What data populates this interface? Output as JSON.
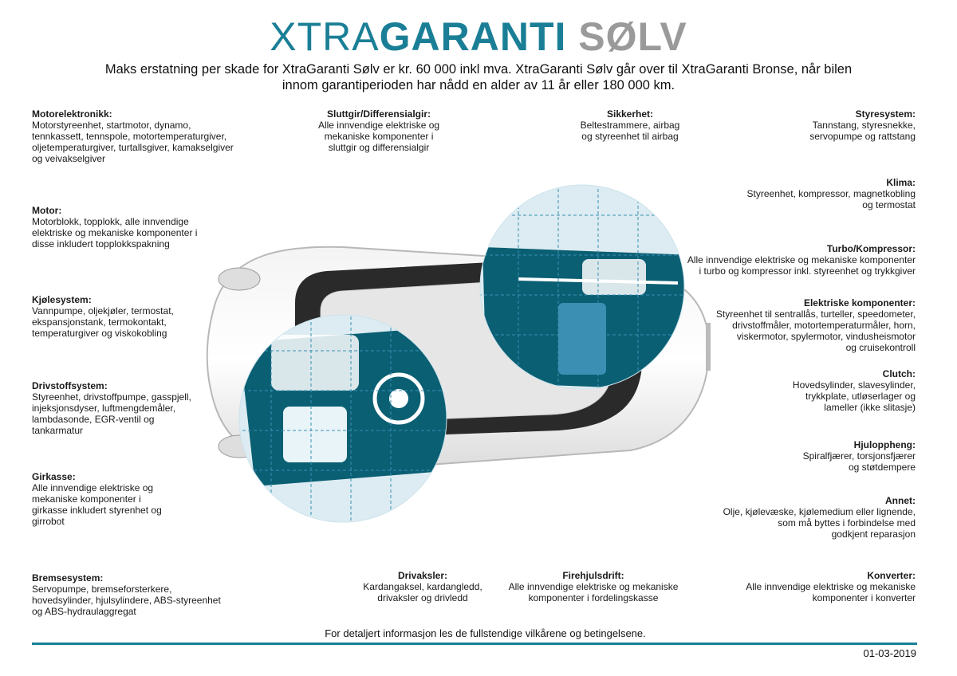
{
  "title": {
    "part1": "XTRA",
    "part2": "GARANTI",
    "part3": " SØLV"
  },
  "subtitle": [
    "Maks erstatning per skade for XtraGaranti Sølv er kr. 60 000 inkl mva. XtraGaranti Sølv går over til XtraGaranti Bronse, når bilen",
    "innom garantiperioden har nådd en alder av 11 år eller 180 000 km."
  ],
  "colors": {
    "brand_teal": "#1a7f96",
    "brand_grey": "#9a9a9a",
    "dark_teal": "#0a5f73"
  },
  "sections": [
    {
      "id": "motorelektronikk",
      "heading": "Motorelektronikk:",
      "lines": [
        "Motorstyreenhet, startmotor, dynamo,",
        "tennkassett, tennspole, motortemperaturgiver,",
        "oljetemperaturgiver, turtallsgiver, kamakselgiver",
        "og veivakselgiver"
      ]
    },
    {
      "id": "motor",
      "heading": "Motor:",
      "lines": [
        "Motorblokk, topplokk, alle innvendige",
        "elektriske og mekaniske komponenter i",
        "disse inkludert topplokkspakning"
      ]
    },
    {
      "id": "kjolesystem",
      "heading": "Kjølesystem:",
      "lines": [
        "Vannpumpe, oljekjøler, termostat,",
        "ekspansjonstank, termokontakt,",
        "temperaturgiver og viskokobling"
      ]
    },
    {
      "id": "drivstoffsystem",
      "heading": "Drivstoffsystem:",
      "lines": [
        "Styreenhet, drivstoffpumpe, gasspjell,",
        "injeksjonsdyser, luftmengdemåler,",
        "lambdasonde, EGR-ventil og",
        "tankarmatur"
      ]
    },
    {
      "id": "girkasse",
      "heading": "Girkasse:",
      "lines": [
        "Alle innvendige elektriske og",
        "mekaniske komponenter i",
        "girkasse inkludert styrenhet og",
        "girrobot"
      ]
    },
    {
      "id": "bremsesystem",
      "heading": "Bremsesystem:",
      "lines": [
        "Servopumpe, bremseforsterkere,",
        "hovedsylinder, hjulsylindere, ABS-styreenhet",
        "og ABS-hydraulaggregat"
      ]
    },
    {
      "id": "sluttgir",
      "heading": "Sluttgir/Differensialgir:",
      "lines": [
        "Alle innvendige elektriske og",
        "mekaniske komponenter i",
        "sluttgir og differensialgir"
      ]
    },
    {
      "id": "sikkerhet",
      "heading": "Sikkerhet:",
      "lines": [
        "Beltestrammere, airbag",
        "og styreenhet til airbag"
      ]
    },
    {
      "id": "drivaksler",
      "heading": "Drivaksler:",
      "lines": [
        "Kardangaksel, kardangledd,",
        "drivaksler og drivledd"
      ]
    },
    {
      "id": "firehjulsdrift",
      "heading": "Firehjulsdrift:",
      "lines": [
        "Alle innvendige elektriske og mekaniske",
        "komponenter i fordelingskasse"
      ]
    },
    {
      "id": "styresystem",
      "heading": "Styresystem:",
      "lines": [
        "Tannstang, styresnekke,",
        "servopumpe og rattstang"
      ]
    },
    {
      "id": "klima",
      "heading": "Klima:",
      "lines": [
        "Styreenhet, kompressor, magnetkobling",
        "og termostat"
      ]
    },
    {
      "id": "turbo",
      "heading": "Turbo/Kompressor:",
      "lines": [
        "Alle innvendige elektriske og mekaniske komponenter",
        "i turbo og kompressor inkl. styreenhet og trykkgiver"
      ]
    },
    {
      "id": "elektriske",
      "heading": "Elektriske komponenter:",
      "lines": [
        "Styreenhet til sentrallås, turteller, speedometer,",
        "drivstoffmåler, motortemperaturmåler, horn,",
        "viskermotor, spylermotor, vindusheismotor",
        "og cruisekontroll"
      ]
    },
    {
      "id": "clutch",
      "heading": "Clutch:",
      "lines": [
        "Hovedsylinder, slavesylinder,",
        "trykkplate, utløserlager og",
        "lameller (ikke slitasje)"
      ]
    },
    {
      "id": "hjuloppheng",
      "heading": "Hjuloppheng:",
      "lines": [
        "Spiralfjærer, torsjonsfjærer",
        "og støtdempere"
      ]
    },
    {
      "id": "annet",
      "heading": "Annet:",
      "lines": [
        "Olje, kjølevæske, kjølemedium eller lignende,",
        "som må byttes i forbindelse med",
        "godkjent reparasjon"
      ]
    },
    {
      "id": "konverter",
      "heading": "Konverter:",
      "lines": [
        "Alle innvendige elektriske og mekaniske",
        "komponenter i konverter"
      ]
    }
  ],
  "footnote": "For detaljert informasjon les de fullstendige vilkårene og betingelsene.",
  "date": "01-03-2019"
}
